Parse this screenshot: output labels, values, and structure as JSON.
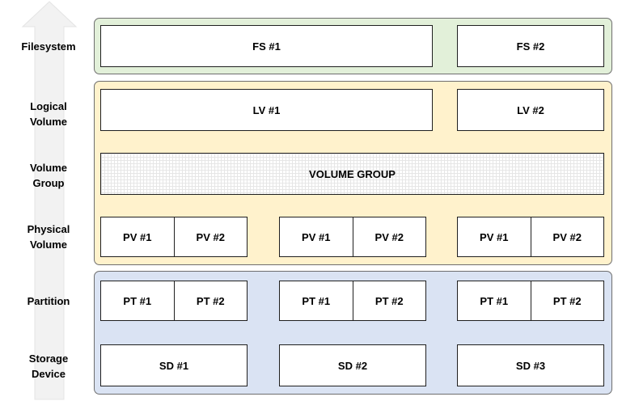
{
  "layers": {
    "filesystem": [
      "Filesystem"
    ],
    "logical_volume": [
      "Logical",
      "Volume"
    ],
    "volume_group": [
      "Volume",
      "Group"
    ],
    "physical_volume": [
      "Physical",
      "Volume"
    ],
    "partition": [
      "Partition"
    ],
    "storage_device": [
      "Storage",
      "Device"
    ]
  },
  "filesystems": [
    "FS #1",
    "FS #2"
  ],
  "logical_volumes": [
    "LV #1",
    "LV #2"
  ],
  "volume_group": "VOLUME GROUP",
  "physical_volumes": [
    [
      "PV #1",
      "PV #2"
    ],
    [
      "PV #1",
      "PV #2"
    ],
    [
      "PV #1",
      "PV #2"
    ]
  ],
  "partitions": [
    [
      "PT #1",
      "PT #2"
    ],
    [
      "PT #1",
      "PT #2"
    ],
    [
      "PT #1",
      "PT #2"
    ]
  ],
  "storage_devices": [
    "SD #1",
    "SD #2",
    "SD #3"
  ],
  "colors": {
    "filesystem_panel": "#e2f0d9",
    "lvm_panel": "#fff2cc",
    "device_panel": "#dae3f3",
    "arrow": "#f2f2f2"
  }
}
